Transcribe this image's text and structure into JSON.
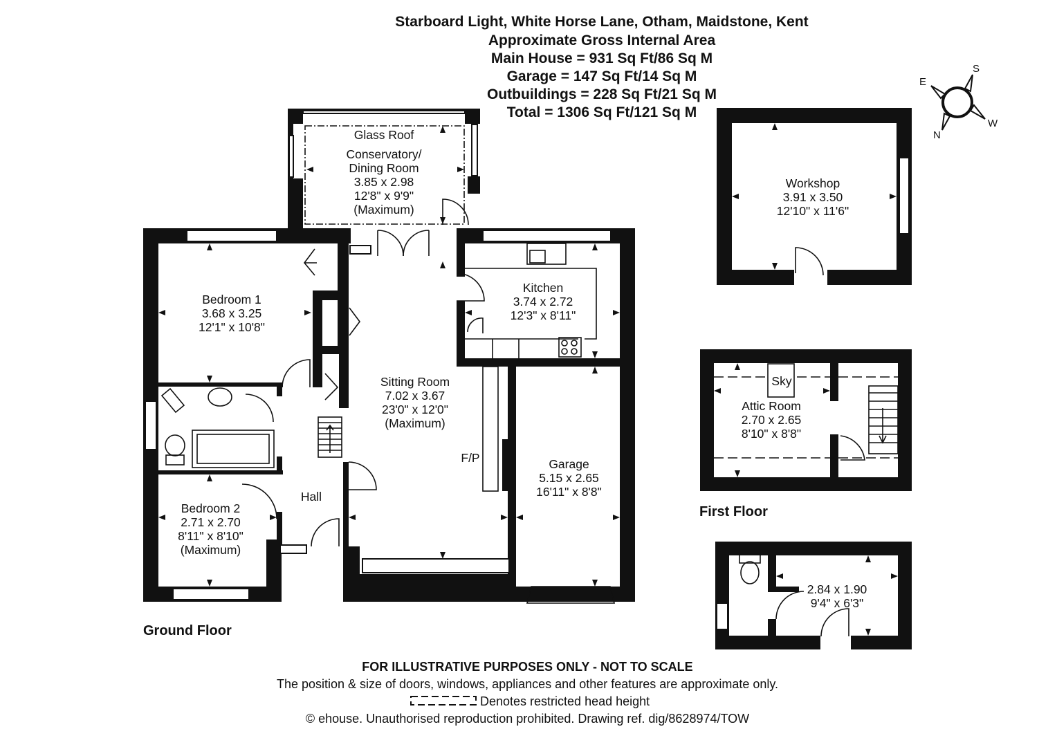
{
  "header": {
    "address": "Starboard Light, White Horse Lane, Otham, Maidstone, Kent",
    "area_title": "Approximate Gross Internal Area",
    "main_house": "Main House = 931 Sq Ft/86 Sq M",
    "garage": "Garage = 147 Sq Ft/14 Sq M",
    "outbuildings": "Outbuildings = 228 Sq Ft/21 Sq M",
    "total": "Total = 1306 Sq Ft/121 Sq M"
  },
  "compass": {
    "s": "S",
    "e": "E",
    "w": "W",
    "n": "N"
  },
  "rooms": {
    "conservatory": {
      "note": "Glass Roof",
      "name1": "Conservatory/",
      "name2": "Dining Room",
      "metric": "3.85 x 2.98",
      "imperial": "12'8\" x 9'9\"",
      "extra": "(Maximum)"
    },
    "bedroom1": {
      "name": "Bedroom 1",
      "metric": "3.68 x 3.25",
      "imperial": "12'1\" x 10'8\""
    },
    "kitchen": {
      "name": "Kitchen",
      "metric": "3.74 x 2.72",
      "imperial": "12'3\" x 8'11\""
    },
    "sitting": {
      "name": "Sitting Room",
      "metric": "7.02 x 3.67",
      "imperial": "23'0\" x 12'0\"",
      "extra": "(Maximum)"
    },
    "fp": "F/P",
    "garage": {
      "name": "Garage",
      "metric": "5.15 x 2.65",
      "imperial": "16'11\" x 8'8\""
    },
    "hall": "Hall",
    "bedroom2": {
      "name": "Bedroom 2",
      "metric": "2.71 x 2.70",
      "imperial": "8'11\" x 8'10\"",
      "extra": "(Maximum)"
    },
    "workshop": {
      "name": "Workshop",
      "metric": "3.91 x 3.50",
      "imperial": "12'10\" x 11'6\""
    },
    "attic": {
      "sky": "Sky",
      "name": "Attic Room",
      "metric": "2.70 x 2.65",
      "imperial": "8'10\" x 8'8\""
    },
    "outbuilding": {
      "metric": "2.84 x 1.90",
      "imperial": "9'4\" x 6'3\""
    }
  },
  "floors": {
    "ground": "Ground Floor",
    "first": "First Floor"
  },
  "footer": {
    "warning": "FOR ILLUSTRATIVE PURPOSES ONLY - NOT TO SCALE",
    "disclaimer": "The position & size of doors, windows, appliances and other features are approximate only.",
    "legend": "Denotes restricted head height",
    "copyright": "© ehouse. Unauthorised reproduction prohibited. Drawing ref. dig/8628974/TOW"
  }
}
